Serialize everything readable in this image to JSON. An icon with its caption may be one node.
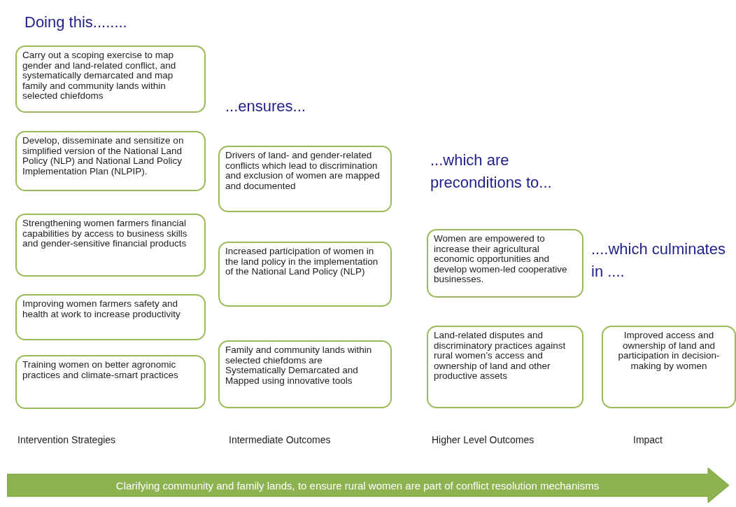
{
  "diagram": {
    "nodes": [
      {
        "text": [
          "Carry out a scoping exercise to map gender and land-related conflict, and systematically demarcated and map family and community lands within selected chiefdoms"
        ]
      },
      {
        "text": [
          "Develop, disseminate and sensitize on simplified version of the National Land Policy (NLP) and National Land Policy Implementation Plan (NLPIP)."
        ]
      },
      {
        "text": [
          "Strengthening women farmers financial capabilities by access to business skills and gender-sensitive financial products"
        ]
      },
      {
        "text": [
          "Improving women farmers safety and health at work to increase productivity"
        ]
      },
      {
        "text": [
          "Training women on better agronomic practices and climate-smart practices"
        ]
      },
      {
        "text": [
          "Drivers of land- and gender-related conflicts which lead to discrimination and exclusion of women are mapped and documented"
        ]
      },
      {
        "text": [
          "Increased participation of women in the land policy in the implementation of the National Land Policy (NLP)"
        ]
      },
      {
        "text": [
          "Family and community lands within selected chiefdoms are Systematically Demarcated and Mapped using innovative tools"
        ]
      },
      {
        "text": [
          "Women are empowered to increase their agricultural economic opportunities and develop women-led cooperative businesses."
        ]
      },
      {
        "text": [
          "Land-related disputes and discriminatory practices against rural women’s access and ownership of land and other productive assets"
        ]
      },
      {
        "text": [
          "Improved access and ownership of land and participation in decision-making by women"
        ]
      },
      {
        "text": [
          "Clarifying community and family lands, to ensure rural women are part of conflict resolution mechanisms"
        ]
      }
    ],
    "edges": [],
    "labels": [
      "Doing this........",
      "...ensures...",
      "...which are preconditions to...",
      "....which culminates in ....",
      "Intervention Strategies",
      "Intermediate Outcomes",
      "Higher Level Outcomes",
      "Impact"
    ]
  }
}
